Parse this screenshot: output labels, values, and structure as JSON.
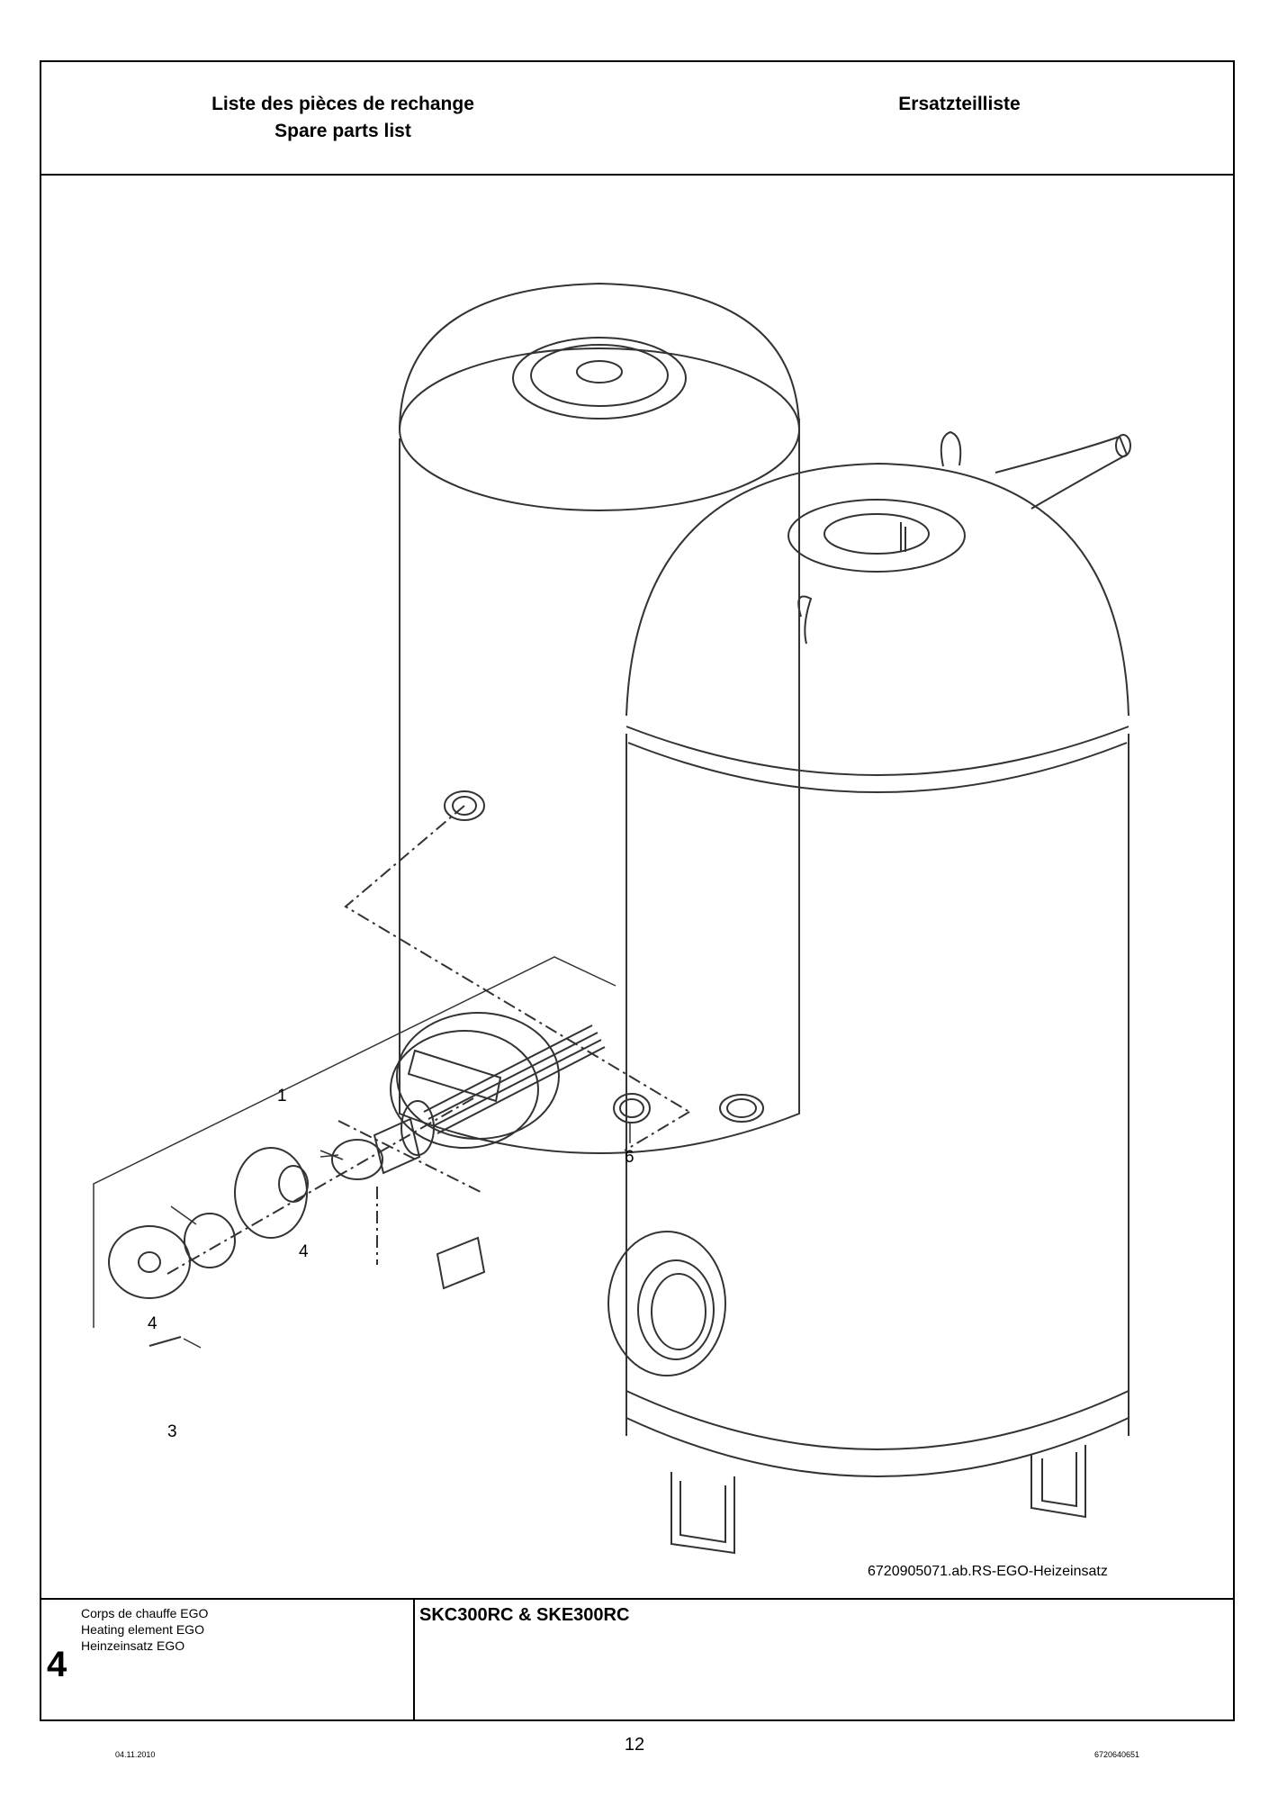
{
  "header": {
    "left_line1": "Liste des pièces de rechange",
    "left_line2": "Spare parts list",
    "right": "Ersatzteilliste"
  },
  "drawing": {
    "reference": "6720905071.ab.RS-EGO-Heizeinsatz",
    "callouts": [
      "1",
      "6",
      "4",
      "4",
      "3"
    ]
  },
  "footer": {
    "section_number": "4",
    "desc_fr": "Corps de chauffe EGO",
    "desc_en": "Heating element EGO",
    "desc_de": "Heinzeinsatz EGO",
    "model": "SKC300RC & SKE300RC"
  },
  "page": {
    "number": "12",
    "date": "04.11.2010",
    "doc_number": "6720640651"
  }
}
